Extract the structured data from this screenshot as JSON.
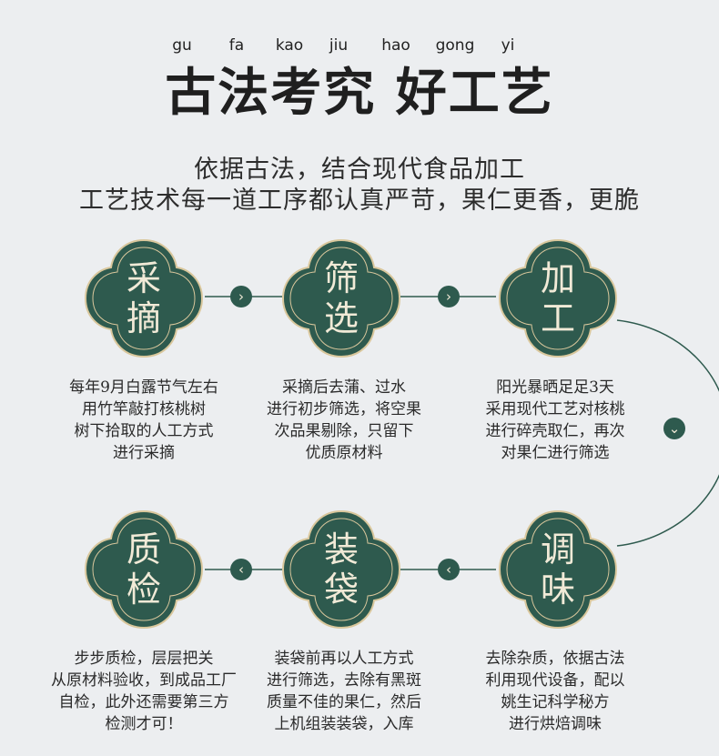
{
  "pinyin": [
    "gu",
    "fa",
    "kao",
    "jiu",
    "hao",
    "gong",
    "yi"
  ],
  "title": "古法考究 好工艺",
  "subtitle_line1": "依据古法，结合现代食品加工",
  "subtitle_line2": "工艺技术每一道工序都认真严苛，果仁更香，更脆",
  "steps": [
    {
      "char1": "采",
      "char2": "摘",
      "desc": [
        "每年9月白露节气左右",
        "用竹竿敲打核桃树",
        "树下拾取的人工方式",
        "进行采摘"
      ]
    },
    {
      "char1": "筛",
      "char2": "选",
      "desc": [
        "采摘后去蒲、过水",
        "进行初步筛选，将空果",
        "次品果剔除，只留下",
        "优质原材料"
      ]
    },
    {
      "char1": "加",
      "char2": "工",
      "desc": [
        "阳光暴晒足足3天",
        "采用现代工艺对核桃",
        "进行碎壳取仁，再次",
        "对果仁进行筛选"
      ]
    },
    {
      "char1": "调",
      "char2": "味",
      "desc": [
        "去除杂质，依据古法",
        "利用现代设备，配以",
        "姚生记科学秘方",
        "进行烘焙调味"
      ]
    },
    {
      "char1": "装",
      "char2": "袋",
      "desc": [
        "装袋前再以人工方式",
        "进行筛选，去除有黑斑",
        "质量不佳的果仁，然后",
        "上机组装装袋，入库"
      ]
    },
    {
      "char1": "质",
      "char2": "检",
      "desc": [
        "步步质检，层层把关",
        "从原材料验收，到成品工厂",
        "自检，此外还需要第三方",
        "检测才可！"
      ]
    }
  ],
  "icons": {
    "arrow_right": "›",
    "arrow_left": "‹",
    "arrow_down": "⌄"
  },
  "colors": {
    "flower": "#2e5a4e",
    "border": "#d9c79c",
    "background": "#eceef0"
  }
}
